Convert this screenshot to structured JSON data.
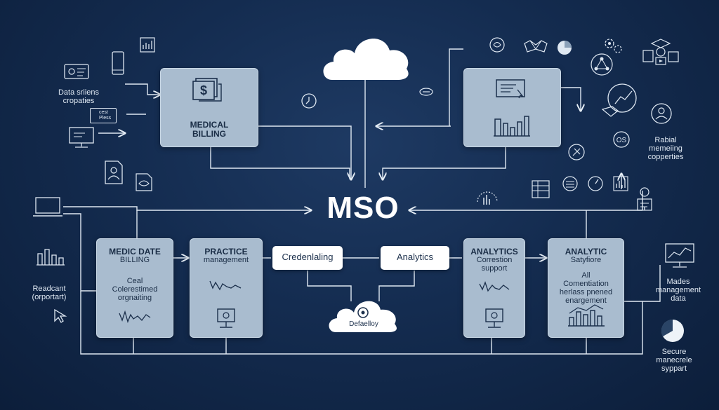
{
  "center": {
    "title": "MSO"
  },
  "top_left_box": {
    "title_line1": "MEDICAL",
    "title_line2": "BILLING"
  },
  "bottom_boxes": [
    {
      "line1": "MEDIC DATE",
      "line2": "BILLING",
      "line3": "Ceal",
      "line4": "Colerestimed",
      "line5": "orgnaiting"
    },
    {
      "line1": "PRACTICE",
      "line2": "management"
    },
    {
      "line1": "ANALYTICS",
      "line2": "Correstion",
      "line3": "support"
    },
    {
      "line1": "ANALYTIC",
      "line2": "Satyfiore",
      "line3": "All",
      "line4": "Comentiation",
      "line5": "herlass pnened",
      "line6": "enargement"
    }
  ],
  "pills": {
    "left": "Credenlaling",
    "right": "Analytics"
  },
  "bottom_cloud": {
    "label": "Defaelloy"
  },
  "side_labels": {
    "data_sciences": [
      "Data sriiens",
      "cropaties"
    ],
    "readcant": [
      "Readcant",
      "(orportart)"
    ],
    "rabial": [
      "Rabial",
      "memeiing",
      "copperties"
    ],
    "mades": [
      "Mades",
      "management",
      "data"
    ],
    "secure": [
      "Secure",
      "manecrele",
      "syppart"
    ],
    "small_icon_text": [
      "cest",
      "Pless"
    ]
  },
  "icons": [
    "cloud-icon",
    "dollar-document-icon",
    "invoice-icon",
    "bar-chart-icon",
    "phone-icon",
    "monitor-icon",
    "laptop-icon",
    "id-card-icon",
    "gear-icon",
    "graduation-cap-icon",
    "pie-chart-icon",
    "clock-icon",
    "brain-icon",
    "cursor-icon",
    "database-icon"
  ]
}
